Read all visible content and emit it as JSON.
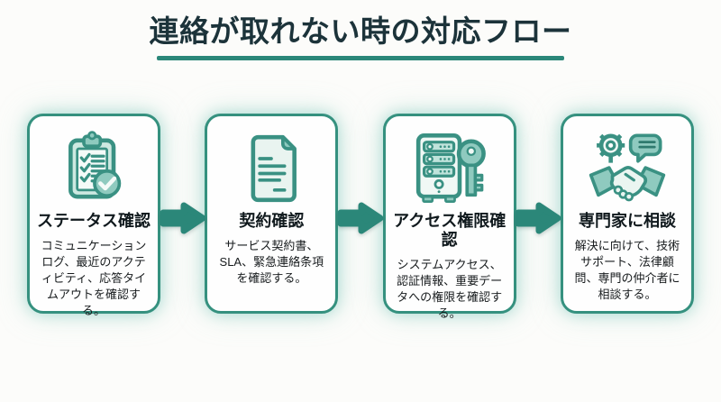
{
  "page": {
    "title": "連絡が取れない時の対応フロー"
  },
  "colors": {
    "accent_teal": "#2B8779",
    "card_border_teal": "#35917F",
    "icon_stroke_teal": "#3A9183",
    "icon_fill_light": "#EAF5F1",
    "icon_fill_mid": "#8FCABF",
    "title_text": "#1C333A",
    "body_text": "#171B1D",
    "background": "#FCFCFA"
  },
  "steps": [
    {
      "icon": "clipboard-checklist-icon",
      "title": "ステータス確認",
      "description": "コミュニケーションログ、最近のアクティビティ、応答タイムアウトを確認する。"
    },
    {
      "icon": "contract-document-icon",
      "title": "契約確認",
      "description": "サービス契約書、SLA、緊急連絡条項を確認する。"
    },
    {
      "icon": "server-key-icon",
      "title": "アクセス権限確認",
      "description": "システムアクセス、認証情報、重要データへの権限を確認する。"
    },
    {
      "icon": "handshake-consult-icon",
      "title": "専門家に相談",
      "description": "解決に向けて、技術サポート、法律顧問、専門の仲介者に相談する。"
    }
  ]
}
